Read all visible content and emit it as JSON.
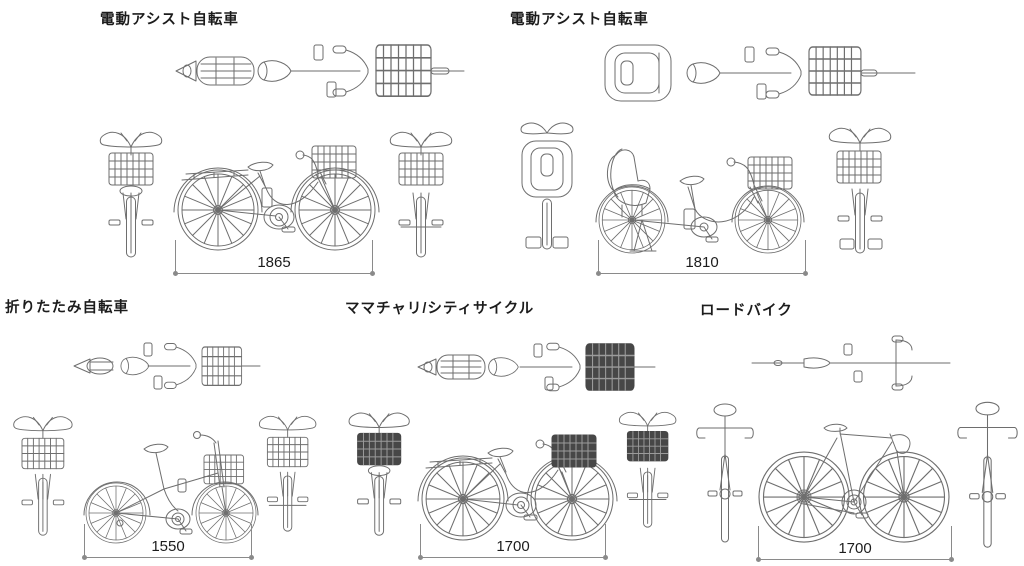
{
  "page": {
    "background": "#ffffff",
    "drawing_line_color": "#6e6e6e",
    "dimension_line_color": "#8a8a8a",
    "text_color": "#1c1c1c"
  },
  "groups": [
    {
      "label": "電動アシスト自転車",
      "dimension": "1865"
    },
    {
      "label": "電動アシスト自転車",
      "dimension": "1810"
    },
    {
      "label": "折りたたみ自転車",
      "dimension": "1550"
    },
    {
      "label": "ママチャリ/シティサイクル",
      "dimension": "1700"
    },
    {
      "label": "ロードバイク",
      "dimension": "1700"
    }
  ]
}
